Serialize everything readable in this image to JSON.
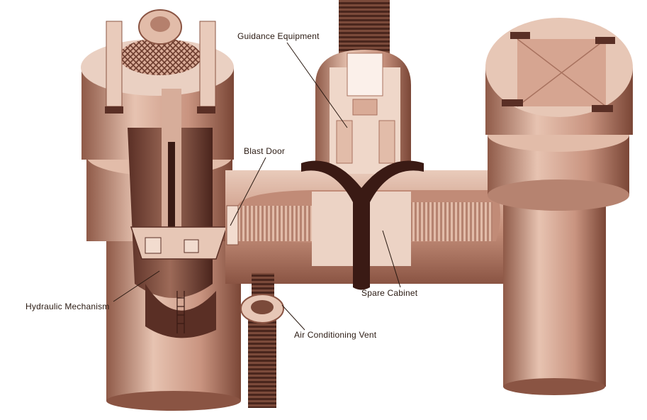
{
  "labels": {
    "guidance": "Guidance Equipment",
    "blast_door": "Blast Door",
    "hydraulic": "Hydraulic Mechanism",
    "spare_cabinet": "Spare Cabinet",
    "air_vent": "Air Conditioning Vent"
  },
  "colors": {
    "background": "#ffffff",
    "light": "#f0d6c8",
    "mid": "#d9ab97",
    "dark": "#a8725f",
    "deep": "#5a2f25",
    "ink": "#2a1a12",
    "baffle": "#3a1a14"
  }
}
